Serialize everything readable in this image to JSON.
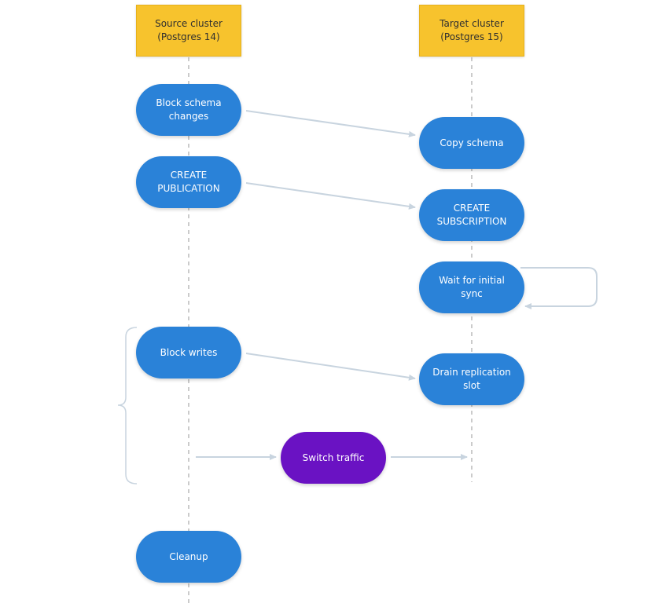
{
  "lanes": {
    "source": "Source cluster\n(Postgres 14)",
    "target": "Target cluster\n(Postgres 15)"
  },
  "steps": {
    "block_schema": "Block schema\nchanges",
    "copy_schema": "Copy schema",
    "create_publication": "CREATE\nPUBLICATION",
    "create_subscription": "CREATE\nSUBSCRIPTION",
    "wait_sync": "Wait for initial sync",
    "block_writes": "Block writes",
    "drain_slot": "Drain replication slot",
    "switch_traffic": "Switch traffic",
    "cleanup": "Cleanup"
  },
  "colors": {
    "lane_header": "#f7c32d",
    "step": "#2a82d8",
    "highlight_step": "#6a12c3",
    "connector": "#c8d4df",
    "lifeline": "#a9a9a9"
  }
}
